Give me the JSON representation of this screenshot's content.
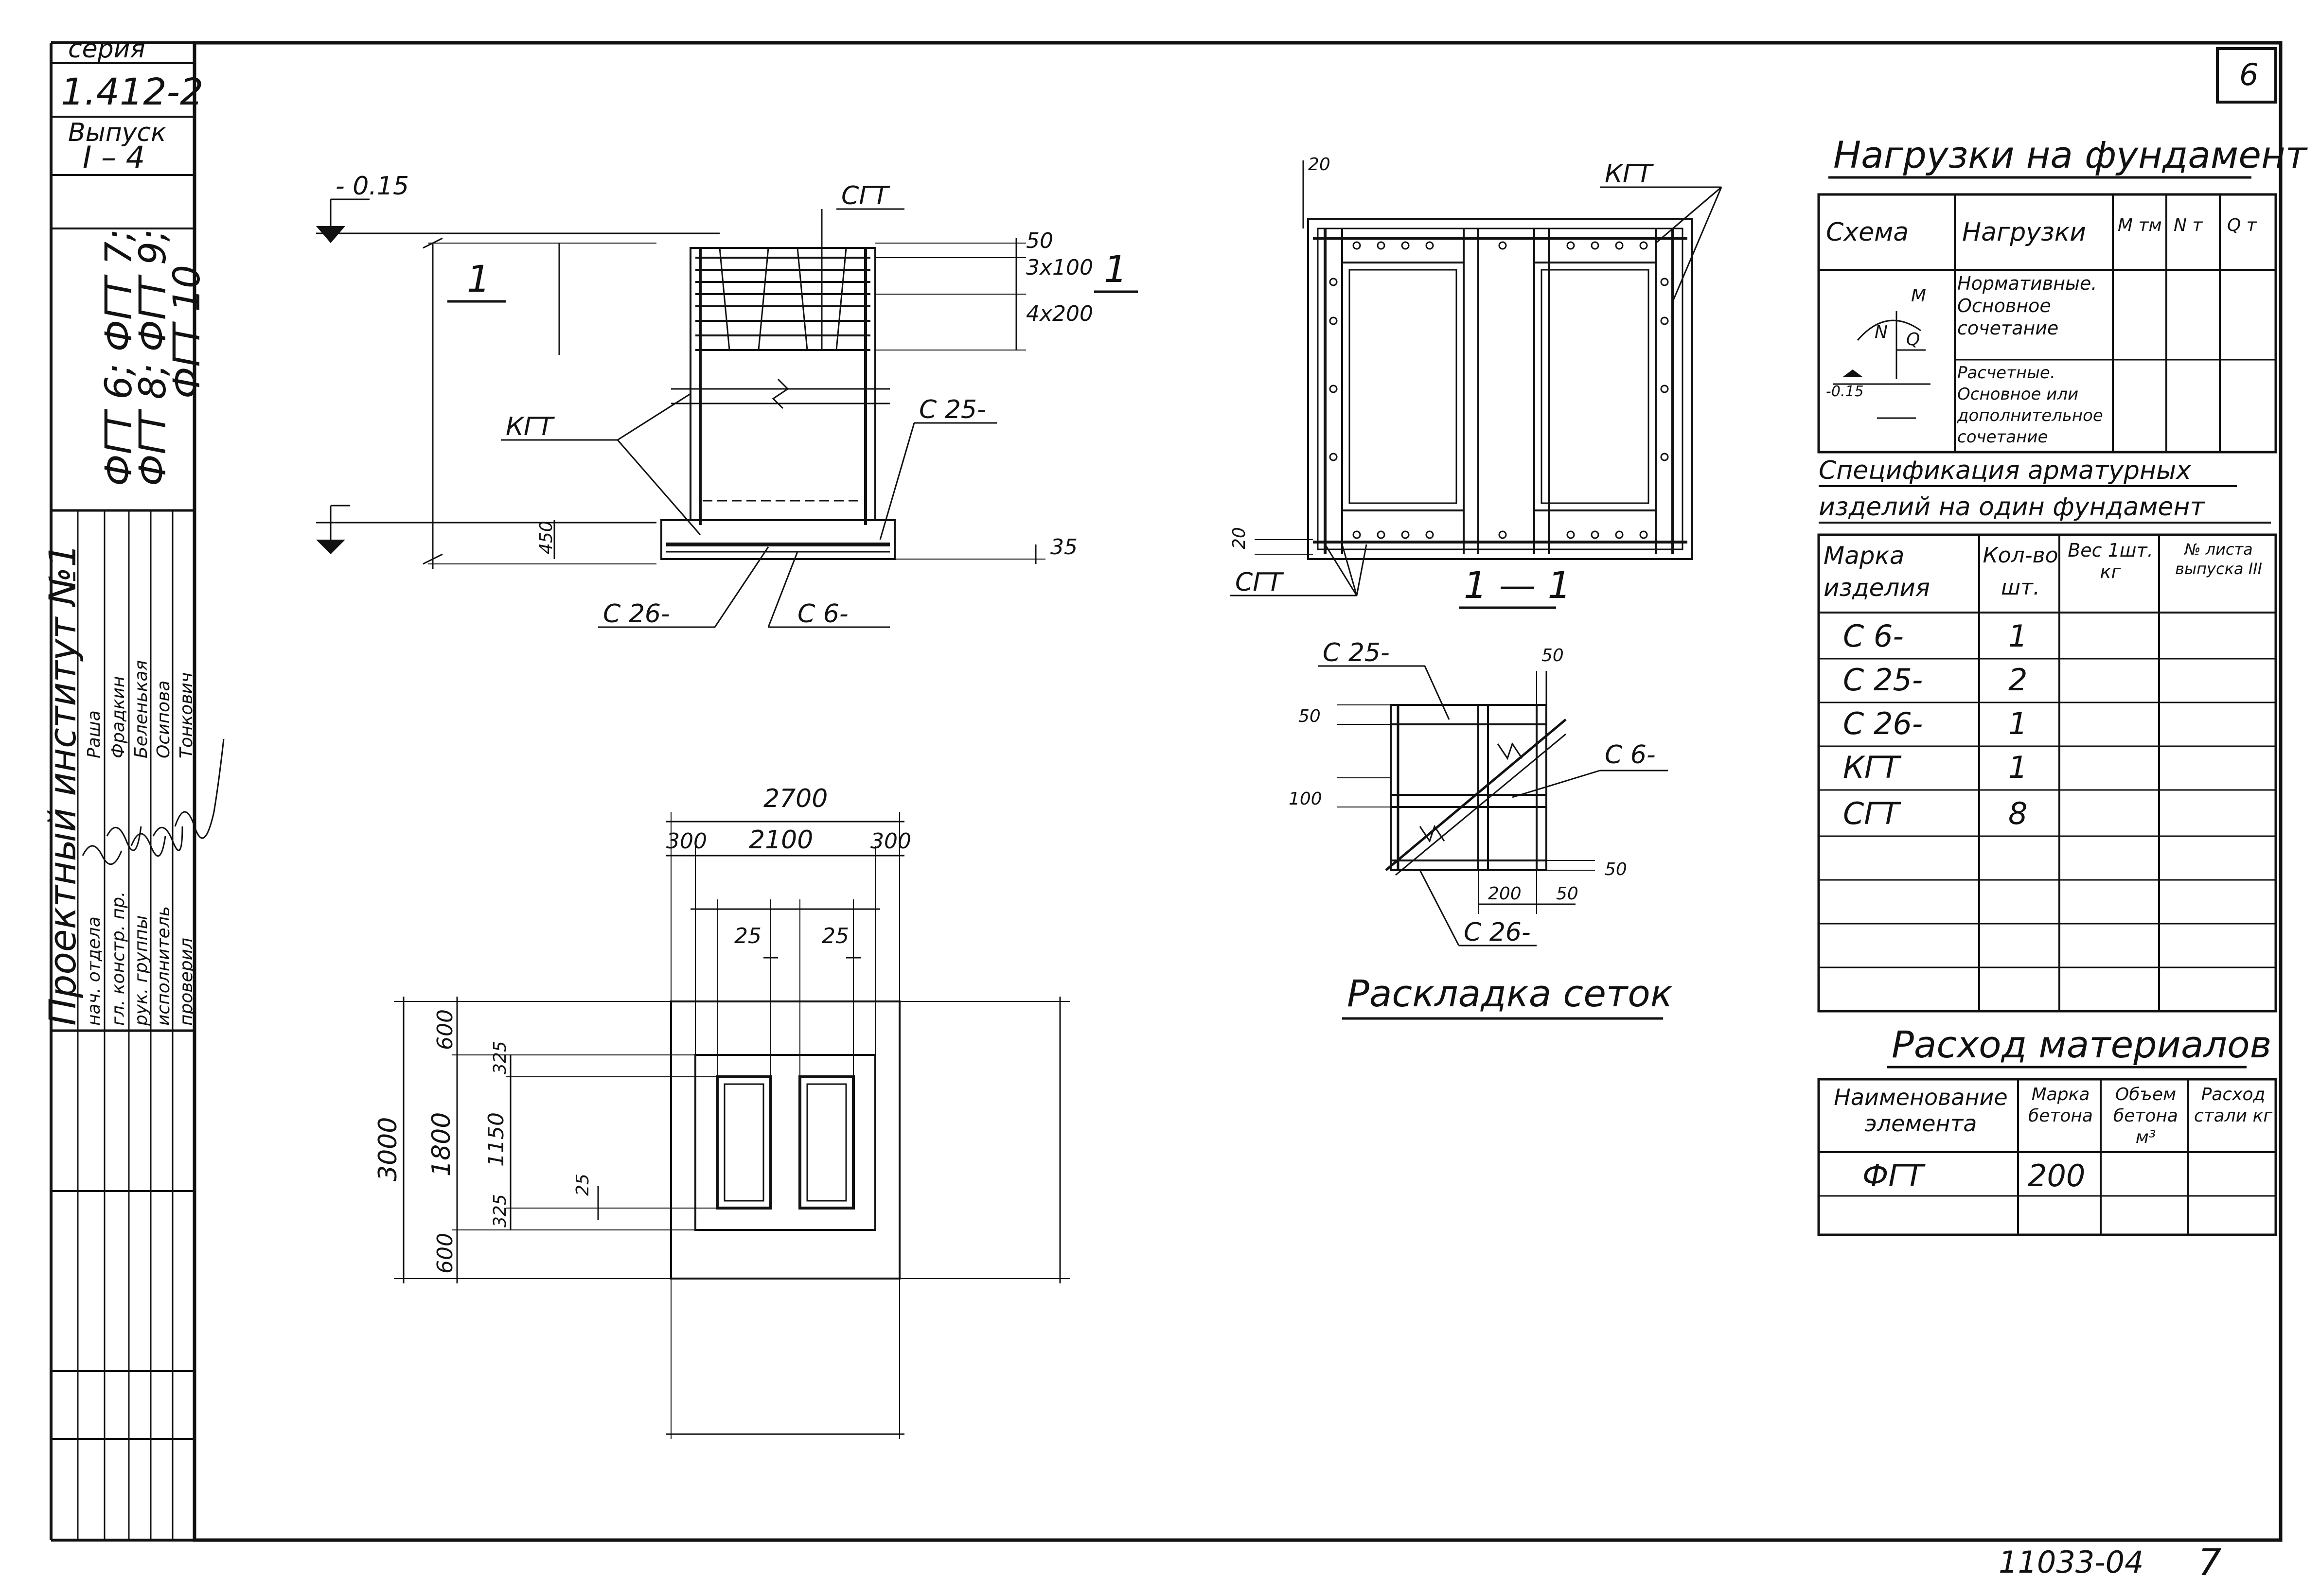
{
  "stamp": {
    "series_label": "серия",
    "series_value": "1.412-2",
    "issue_label": "Выпуск",
    "issue_value": "I – 4",
    "marks_line1": "ФГТ 6; ФГТ 7;",
    "marks_line2": "ФГТ 8; ФГТ 9;",
    "marks_line3": "ФГТ 10",
    "institute": "Проектный институт №1",
    "roles": [
      "нач. отдела",
      "гл. констр. пр.",
      "рук. группы",
      "исполнитель",
      "проверил"
    ],
    "names": [
      "Раша",
      "Фрадкин",
      "Беленькая",
      "Осипова",
      "Тонкович"
    ]
  },
  "sheet_number": "6",
  "footer": {
    "code": "11033-04",
    "page": "7"
  },
  "elevation": {
    "level": "- 0.15",
    "section_mark": "1",
    "labels": {
      "sgt": "СГТ",
      "kgt": "КГТ",
      "c25": "С 25-",
      "c26": "С 26-",
      "c6": "С 6-"
    },
    "dims": {
      "d50": "50",
      "d3x100": "3х100",
      "d4x200": "4х200",
      "d450": "450",
      "d35": "35"
    }
  },
  "section": {
    "title": "1 — 1",
    "labels": {
      "kgt": "КГТ",
      "sgt": "СГТ"
    },
    "dims": {
      "d20top": "20",
      "d20bot": "20"
    }
  },
  "plan": {
    "dims": {
      "w2700": "2700",
      "w300a": "300",
      "w2100": "2100",
      "w300b": "300",
      "w25a": "25",
      "w25b": "25",
      "h3000": "3000",
      "h600a": "600",
      "h1800": "1800",
      "h600b": "600",
      "h325a": "325",
      "h1150": "1150",
      "h325b": "325",
      "h25": "25"
    }
  },
  "mesh": {
    "title": "Раскладка сеток",
    "labels": {
      "c25": "С 25-",
      "c6": "С 6-",
      "c26": "С 26-"
    },
    "dims": {
      "d50top": "50",
      "d50left": "50",
      "d100": "100",
      "d50right": "50",
      "d200": "200",
      "d50bot": "50"
    }
  },
  "loads": {
    "title": "Нагрузки на фундамент",
    "headers": [
      "Схема",
      "Нагрузки",
      "М тм",
      "N т",
      "Q т"
    ],
    "row1": "Нормативные. Основное сочетание",
    "row2": "Расчетные. Основное или дополнительное сочетание",
    "scheme_labels": {
      "m": "М",
      "n": "N",
      "q": "Q",
      "level": "-0.15"
    }
  },
  "spec": {
    "title_line1": "Спецификация арматурных",
    "title_line2": "изделий на один фундамент",
    "headers": [
      "Марка изделия",
      "Кол-во шт.",
      "Вес 1шт. кг",
      "№ листа выпуска III"
    ],
    "rows": [
      {
        "mark": "С 6-",
        "qty": "1"
      },
      {
        "mark": "С 25-",
        "qty": "2"
      },
      {
        "mark": "С 26-",
        "qty": "1"
      },
      {
        "mark": "КГТ",
        "qty": "1"
      },
      {
        "mark": "СГТ",
        "qty": "8"
      }
    ]
  },
  "materials": {
    "title": "Расход материалов",
    "headers": [
      "Наименование элемента",
      "Марка бетона",
      "Объем бетона м³",
      "Расход стали кг"
    ],
    "row": {
      "name": "ФГТ",
      "grade": "200"
    }
  }
}
